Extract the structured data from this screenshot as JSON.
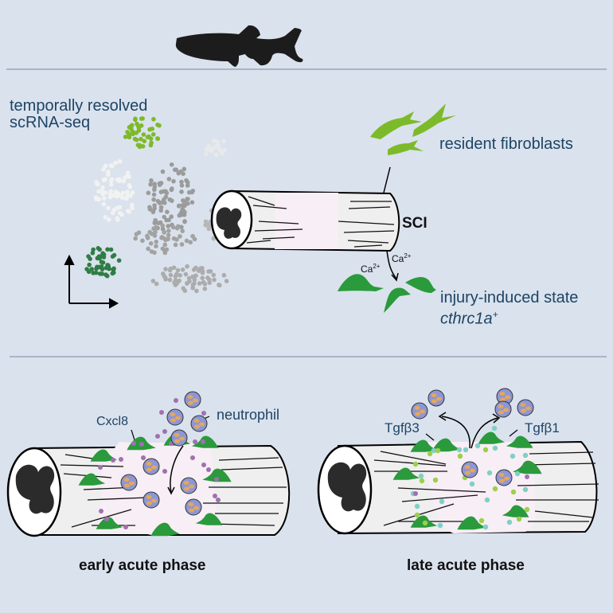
{
  "header": {
    "organism_icon": "zebrafish-silhouette"
  },
  "top_panel": {
    "scrna_label_line1": "temporally resolved",
    "scrna_label_line2": "scRNA-seq",
    "resident_label": "resident fibroblasts",
    "sci_label": "SCI",
    "ca_label_1": "Ca",
    "ca_label_2": "Ca",
    "ca_superscript": "2+",
    "injury_label": "injury-induced state",
    "marker_label": "cthrc1a",
    "marker_superscript": "+"
  },
  "bottom_left": {
    "cxcl8_label": "Cxcl8",
    "neutrophil_label": "neutrophil",
    "phase_label": "early acute phase"
  },
  "bottom_right": {
    "tgfb3_label": "Tgfβ3",
    "tgfb1_label": "Tgfβ1",
    "phase_label": "late acute phase"
  },
  "colors": {
    "background": "#dae2ed",
    "text": "#1d4466",
    "fibroblast_resident": "#7dba2a",
    "fibroblast_injury": "#2a9a3c",
    "neutrophil": "#8d96d6",
    "neutrophil_nucleus": "#e4a75a",
    "cxcl8_dot": "#a070b0",
    "tgfb_dot_teal": "#7ed0c6",
    "tgfb_dot_green": "#9ccf4a",
    "cord_gray_matter": "#2b2b2b",
    "injury_zone": "#f8eef5"
  }
}
